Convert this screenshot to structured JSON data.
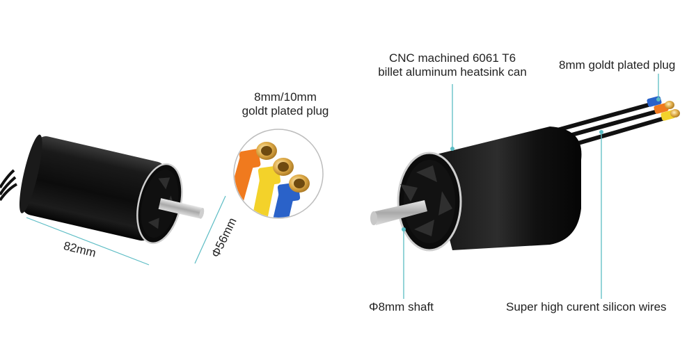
{
  "left_motor": {
    "length_label": "82mm",
    "diameter_label": "Φ56mm"
  },
  "plug_inset": {
    "line1": "8mm/10mm",
    "line2": "goldt plated plug"
  },
  "right_motor": {
    "can_line1": "CNC machined 6061 T6",
    "can_line2": "billet aluminum heatsink can",
    "plug_label": "8mm goldt plated plug",
    "shaft_label": "Φ8mm shaft",
    "wires_label": "Super high curent silicon wires"
  },
  "colors": {
    "callout_line": "#5bbcc4",
    "motor_body": "#111111",
    "plug_orange": "#f07a1e",
    "plug_yellow": "#f3d22a",
    "plug_blue": "#2a62c9",
    "gold": "#d9a441"
  }
}
